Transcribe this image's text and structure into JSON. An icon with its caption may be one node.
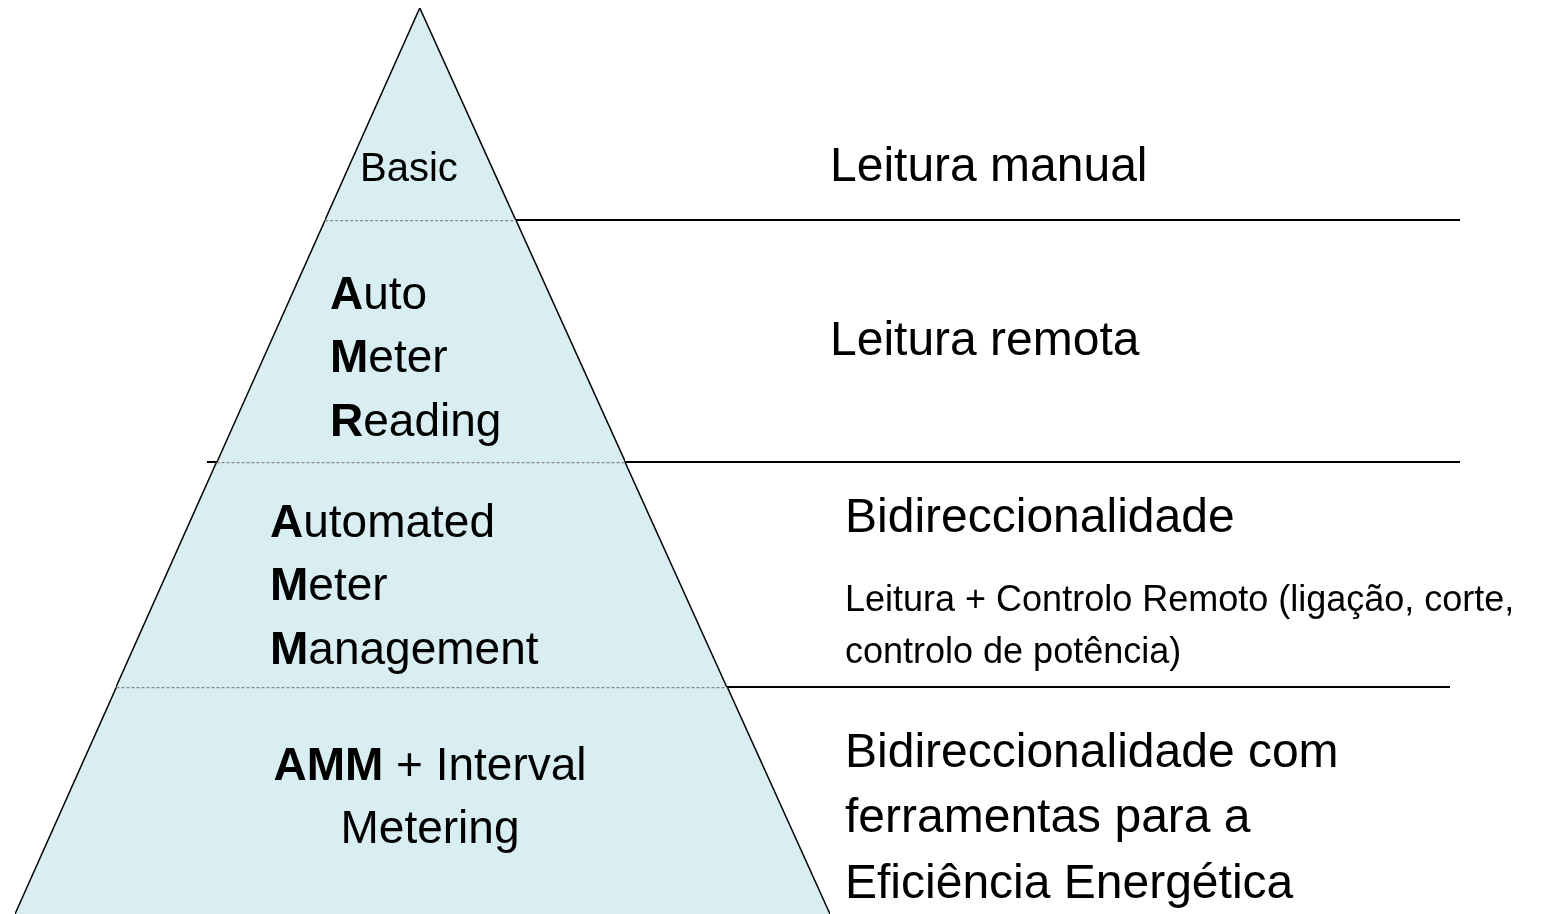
{
  "diagram": {
    "nodes": [
      {
        "text": [
          "Basic"
        ]
      },
      {
        "text": [
          "**A**uto **M**eter **R**eading"
        ]
      },
      {
        "text": [
          "**A**utomated **M**eter **M**anagement"
        ]
      },
      {
        "text": [
          "**AMM** + Interval Metering"
        ]
      }
    ],
    "labels": [
      "Leitura manual",
      "Leitura remota",
      "Bidireccionalidade",
      "Leitura + Controlo Remoto (ligação, corte, controlo de potência)",
      "Bidireccionalidade com ferramentas para a Eficiência Energética"
    ]
  }
}
